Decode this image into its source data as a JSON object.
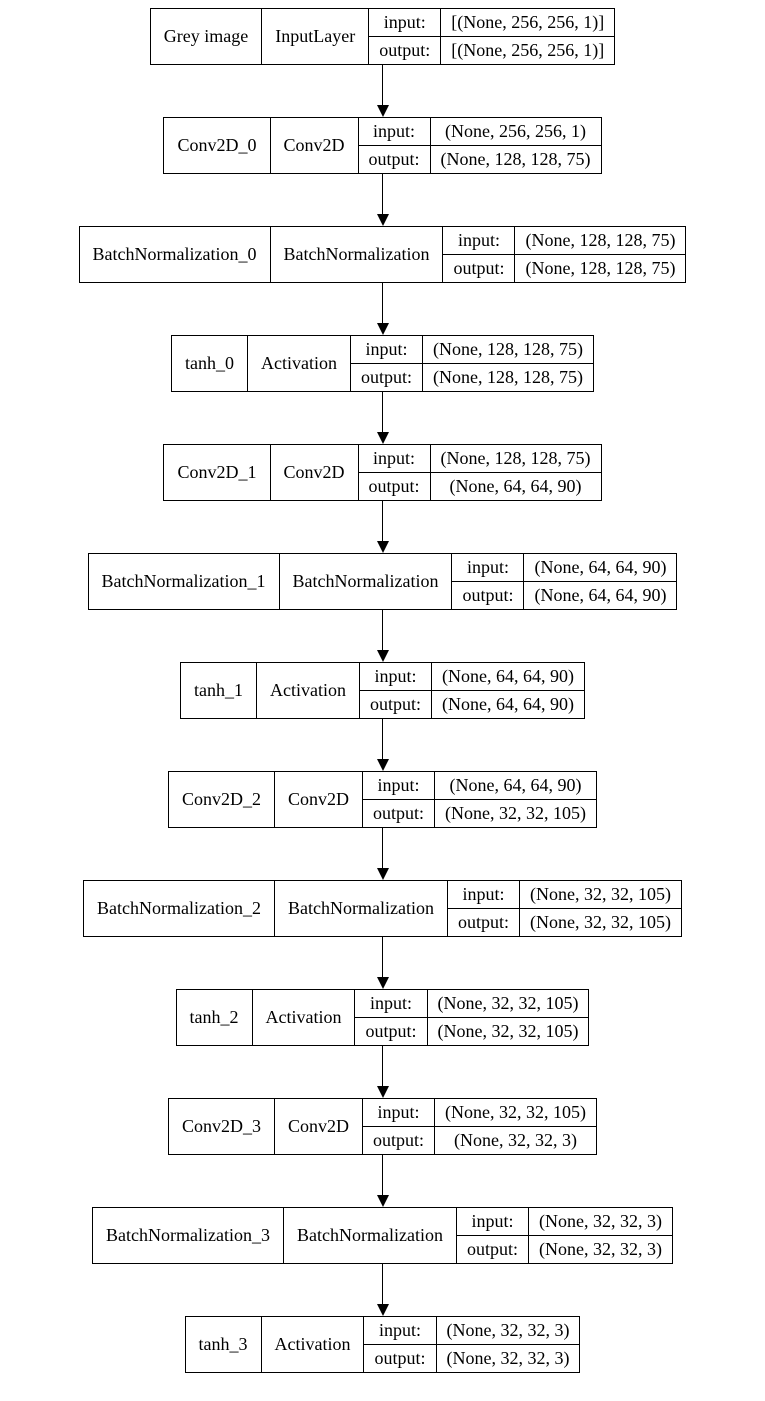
{
  "diagram": {
    "kind": "keras-model-plot",
    "colors": {
      "border": "#000000",
      "background": "#ffffff",
      "text": "#000000",
      "edge": "#000000"
    },
    "io_labels": {
      "input": "input:",
      "output": "output:"
    },
    "nodes": [
      {
        "name": "Grey image",
        "type": "InputLayer",
        "input_label": "input:",
        "output_label": "output:",
        "input_shape": "[(None, 256, 256, 1)]",
        "output_shape": "[(None, 256, 256, 1)]"
      },
      {
        "name": "Conv2D_0",
        "type": "Conv2D",
        "input_label": "input:",
        "output_label": "output:",
        "input_shape": "(None, 256, 256, 1)",
        "output_shape": "(None, 128, 128, 75)"
      },
      {
        "name": "BatchNormalization_0",
        "type": "BatchNormalization",
        "input_label": "input:",
        "output_label": "output:",
        "input_shape": "(None, 128, 128, 75)",
        "output_shape": "(None, 128, 128, 75)"
      },
      {
        "name": "tanh_0",
        "type": "Activation",
        "input_label": "input:",
        "output_label": "output:",
        "input_shape": "(None, 128, 128, 75)",
        "output_shape": "(None, 128, 128, 75)"
      },
      {
        "name": "Conv2D_1",
        "type": "Conv2D",
        "input_label": "input:",
        "output_label": "output:",
        "input_shape": "(None, 128, 128, 75)",
        "output_shape": "(None, 64, 64, 90)"
      },
      {
        "name": "BatchNormalization_1",
        "type": "BatchNormalization",
        "input_label": "input:",
        "output_label": "output:",
        "input_shape": "(None, 64, 64, 90)",
        "output_shape": "(None, 64, 64, 90)"
      },
      {
        "name": "tanh_1",
        "type": "Activation",
        "input_label": "input:",
        "output_label": "output:",
        "input_shape": "(None, 64, 64, 90)",
        "output_shape": "(None, 64, 64, 90)"
      },
      {
        "name": "Conv2D_2",
        "type": "Conv2D",
        "input_label": "input:",
        "output_label": "output:",
        "input_shape": "(None, 64, 64, 90)",
        "output_shape": "(None, 32, 32, 105)"
      },
      {
        "name": "BatchNormalization_2",
        "type": "BatchNormalization",
        "input_label": "input:",
        "output_label": "output:",
        "input_shape": "(None, 32, 32, 105)",
        "output_shape": "(None, 32, 32, 105)"
      },
      {
        "name": "tanh_2",
        "type": "Activation",
        "input_label": "input:",
        "output_label": "output:",
        "input_shape": "(None, 32, 32, 105)",
        "output_shape": "(None, 32, 32, 105)"
      },
      {
        "name": "Conv2D_3",
        "type": "Conv2D",
        "input_label": "input:",
        "output_label": "output:",
        "input_shape": "(None, 32, 32, 105)",
        "output_shape": "(None, 32, 32, 3)"
      },
      {
        "name": "BatchNormalization_3",
        "type": "BatchNormalization",
        "input_label": "input:",
        "output_label": "output:",
        "input_shape": "(None, 32, 32, 3)",
        "output_shape": "(None, 32, 32, 3)"
      },
      {
        "name": "tanh_3",
        "type": "Activation",
        "input_label": "input:",
        "output_label": "output:",
        "input_shape": "(None, 32, 32, 3)",
        "output_shape": "(None, 32, 32, 3)"
      }
    ]
  }
}
